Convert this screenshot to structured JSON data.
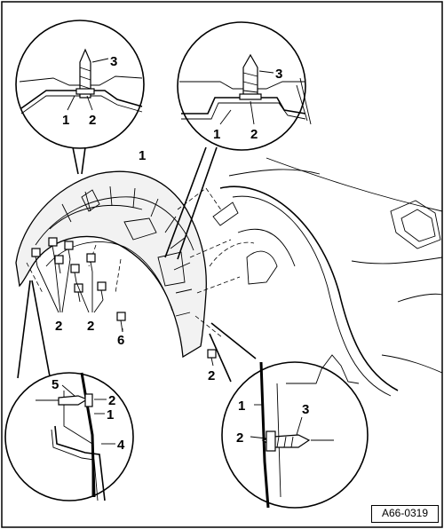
{
  "figure": {
    "reference": "A66-0319",
    "callouts": {
      "tl_3": "3",
      "tl_1": "1",
      "tl_2": "2",
      "tr_3": "3",
      "tr_1": "1",
      "tr_2": "2",
      "main_1": "1",
      "fasteners_2a": "2",
      "fasteners_2b": "2",
      "screw_6": "6",
      "lower_2": "2",
      "bl_5": "5",
      "bl_2": "2",
      "bl_1": "1",
      "bl_4": "4",
      "br_1": "1",
      "br_3": "3",
      "br_2": "2"
    }
  }
}
